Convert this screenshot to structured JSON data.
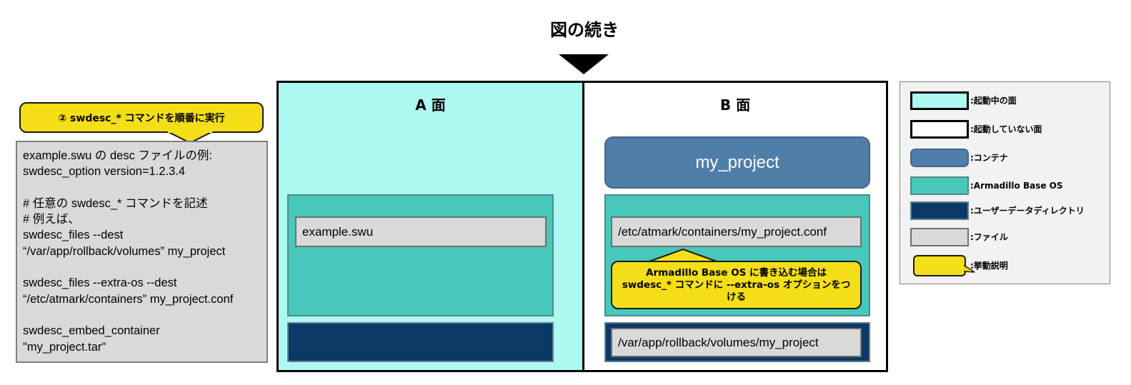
{
  "header": {
    "title": "図の続き"
  },
  "callout_top": {
    "label": "② swdesc_* コマンドを順番に実行"
  },
  "description_box": {
    "text": "example.swu の desc ファイルの例:\nswdesc_option version=1.2.3.4\n\n# 任意の swdesc_* コマンドを記述\n# 例えば、\nswdesc_files --dest\n“/var/app/rollback/volumes”  my_project\n\nswdesc_files --extra-os --dest\n“/etc/atmark/containers” my_project.conf\n\nswdesc_embed_container\n\"my_project.tar\""
  },
  "panel_a": {
    "label": "A 面",
    "file": "example.swu"
  },
  "panel_b": {
    "label": "B 面",
    "container": "my_project",
    "file_conf": "/etc/atmark/containers/my_project.conf",
    "file_volumes": "/var/app/rollback/volumes/my_project",
    "callout_line1": "Armadillo Base OS に書き込む場合は",
    "callout_line2": "swdesc_* コマンドに --extra-os オプションをつ",
    "callout_line3": "ける"
  },
  "legend": {
    "items": [
      {
        "label": ":起動中の面",
        "color": "#aef8f2"
      },
      {
        "label": ":起動していない面",
        "color": "#ffffff"
      },
      {
        "label": ":コンテナ",
        "color": "#4f7ea9"
      },
      {
        "label": ":Armadillo Base  OS",
        "color": "#48c7bb"
      },
      {
        "label": ":ユーザーデータディレクトリ",
        "color": "#0b3a66"
      },
      {
        "label": ":ファイル",
        "color": "#d9d9d9"
      },
      {
        "label": ":挙動説明",
        "color": "#f4de17"
      }
    ]
  }
}
